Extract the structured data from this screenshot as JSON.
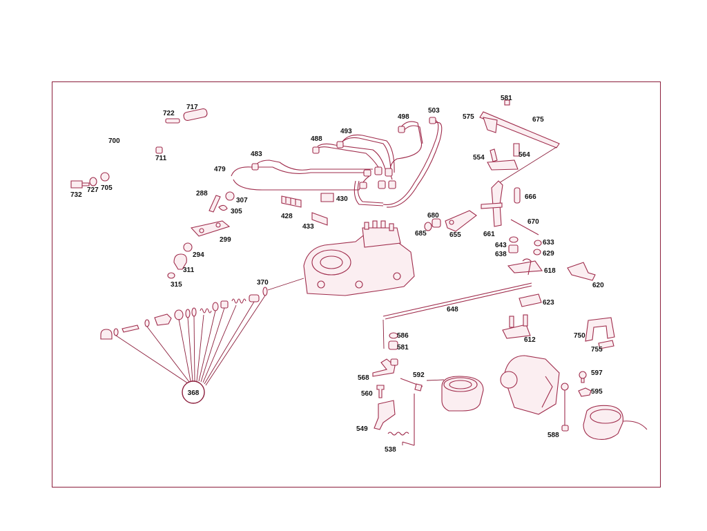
{
  "diagram": {
    "colors": {
      "line": "#9e2a4a",
      "frame": "#8a1c3a",
      "text": "#111111"
    },
    "group_callout": "368",
    "callouts": [
      "717",
      "722",
      "700",
      "711",
      "732",
      "727",
      "705",
      "479",
      "483",
      "488",
      "493",
      "498",
      "503",
      "581",
      "575",
      "675",
      "554",
      "564",
      "288",
      "307",
      "305",
      "299",
      "294",
      "311",
      "315",
      "370",
      "428",
      "430",
      "433",
      "680",
      "685",
      "655",
      "661",
      "666",
      "670",
      "643",
      "633",
      "638",
      "629",
      "618",
      "620",
      "648",
      "623",
      "612",
      "750",
      "755",
      "586",
      "581",
      "568",
      "592",
      "560",
      "597",
      "595",
      "549",
      "538",
      "588"
    ]
  }
}
